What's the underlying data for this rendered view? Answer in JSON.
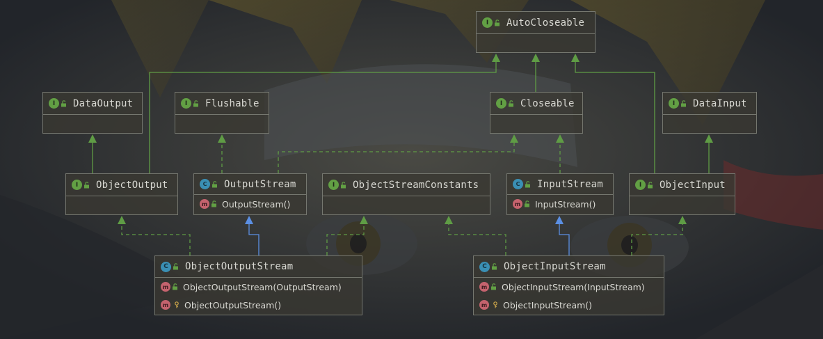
{
  "diagram": {
    "nodes": {
      "autocloseable": {
        "title": "AutoCloseable",
        "kind": "I",
        "members": []
      },
      "dataoutput": {
        "title": "DataOutput",
        "kind": "I",
        "members": []
      },
      "flushable": {
        "title": "Flushable",
        "kind": "I",
        "members": []
      },
      "closeable": {
        "title": "Closeable",
        "kind": "I",
        "members": []
      },
      "datainput": {
        "title": "DataInput",
        "kind": "I",
        "members": []
      },
      "objectoutput": {
        "title": "ObjectOutput",
        "kind": "I",
        "members": []
      },
      "outputstream": {
        "title": "OutputStream",
        "kind": "C",
        "members": [
          "OutputStream()"
        ]
      },
      "objectstreamconstants": {
        "title": "ObjectStreamConstants",
        "kind": "I",
        "members": []
      },
      "inputstream": {
        "title": "InputStream",
        "kind": "C",
        "members": [
          "InputStream()"
        ]
      },
      "objectinput": {
        "title": "ObjectInput",
        "kind": "I",
        "members": []
      },
      "objectoutputstream": {
        "title": "ObjectOutputStream",
        "kind": "C",
        "members": [
          "ObjectOutputStream(OutputStream)",
          "ObjectOutputStream()"
        ]
      },
      "objectinputstream": {
        "title": "ObjectInputStream",
        "kind": "C",
        "members": [
          "ObjectInputStream(InputStream)",
          "ObjectInputStream()"
        ]
      }
    },
    "edge_colors": {
      "interface_extends": "#5f9c45",
      "implements": "#5f9c45",
      "class_extends": "#5b8fe3"
    },
    "icons": {
      "interface": "interface-icon",
      "class": "class-icon",
      "abstract_class": "abstract-class-icon",
      "method": "method-icon",
      "public": "lock-open-icon",
      "protected": "key-icon"
    }
  }
}
